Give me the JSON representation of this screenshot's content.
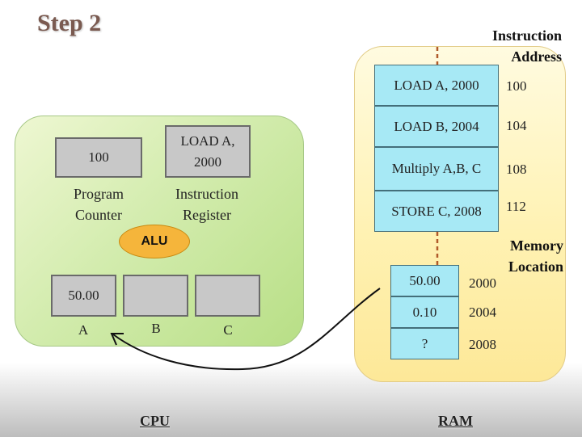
{
  "title": "Step 2",
  "cpu": {
    "program_counter_value": "100",
    "program_counter_label": "Program\nCounter",
    "instruction_register_value": "LOAD A,\n2000",
    "instruction_register_label": "Instruction\nRegister",
    "alu_label": "ALU",
    "registers": [
      {
        "name": "A",
        "value": "50.00"
      },
      {
        "name": "B",
        "value": ""
      },
      {
        "name": "C",
        "value": ""
      }
    ]
  },
  "ram": {
    "instruction_address_header": "Instruction\nAddress",
    "instructions": [
      {
        "text": "LOAD A, 2000",
        "address": "100"
      },
      {
        "text": "LOAD B, 2004",
        "address": "104"
      },
      {
        "text": "Multiply  A,B, C",
        "address": "108"
      },
      {
        "text": "STORE C, 2008",
        "address": "112"
      }
    ],
    "memory_location_header": "Memory\nLocation",
    "memory": [
      {
        "value": "50.00",
        "address": "2000"
      },
      {
        "value": "0.10",
        "address": "2004"
      },
      {
        "value": "?",
        "address": "2008"
      }
    ]
  },
  "footer": {
    "cpu_label": "CPU",
    "ram_label": "RAM"
  },
  "colors": {
    "cpu_panel": "#d3ecae",
    "ram_panel": "#fff2b3",
    "ram_cell": "#a7e9f5",
    "register": "#c8c8c8",
    "alu": "#f5b53b",
    "title": "#7a5a50",
    "bus_dash": "#b05a2a"
  }
}
